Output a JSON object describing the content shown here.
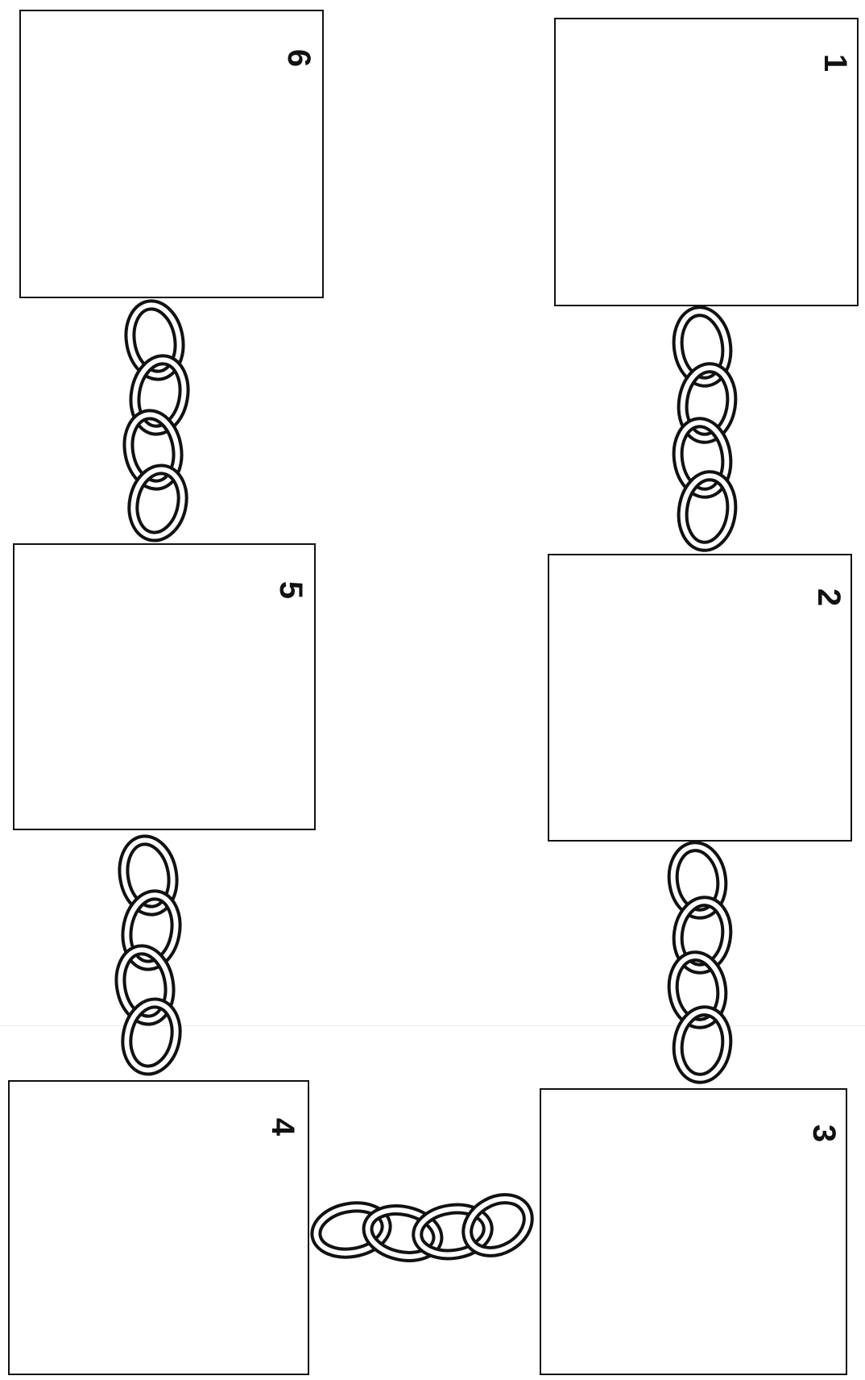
{
  "boxes": [
    {
      "label": "1"
    },
    {
      "label": "2"
    },
    {
      "label": "3"
    },
    {
      "label": "4"
    },
    {
      "label": "5"
    },
    {
      "label": "6"
    }
  ]
}
